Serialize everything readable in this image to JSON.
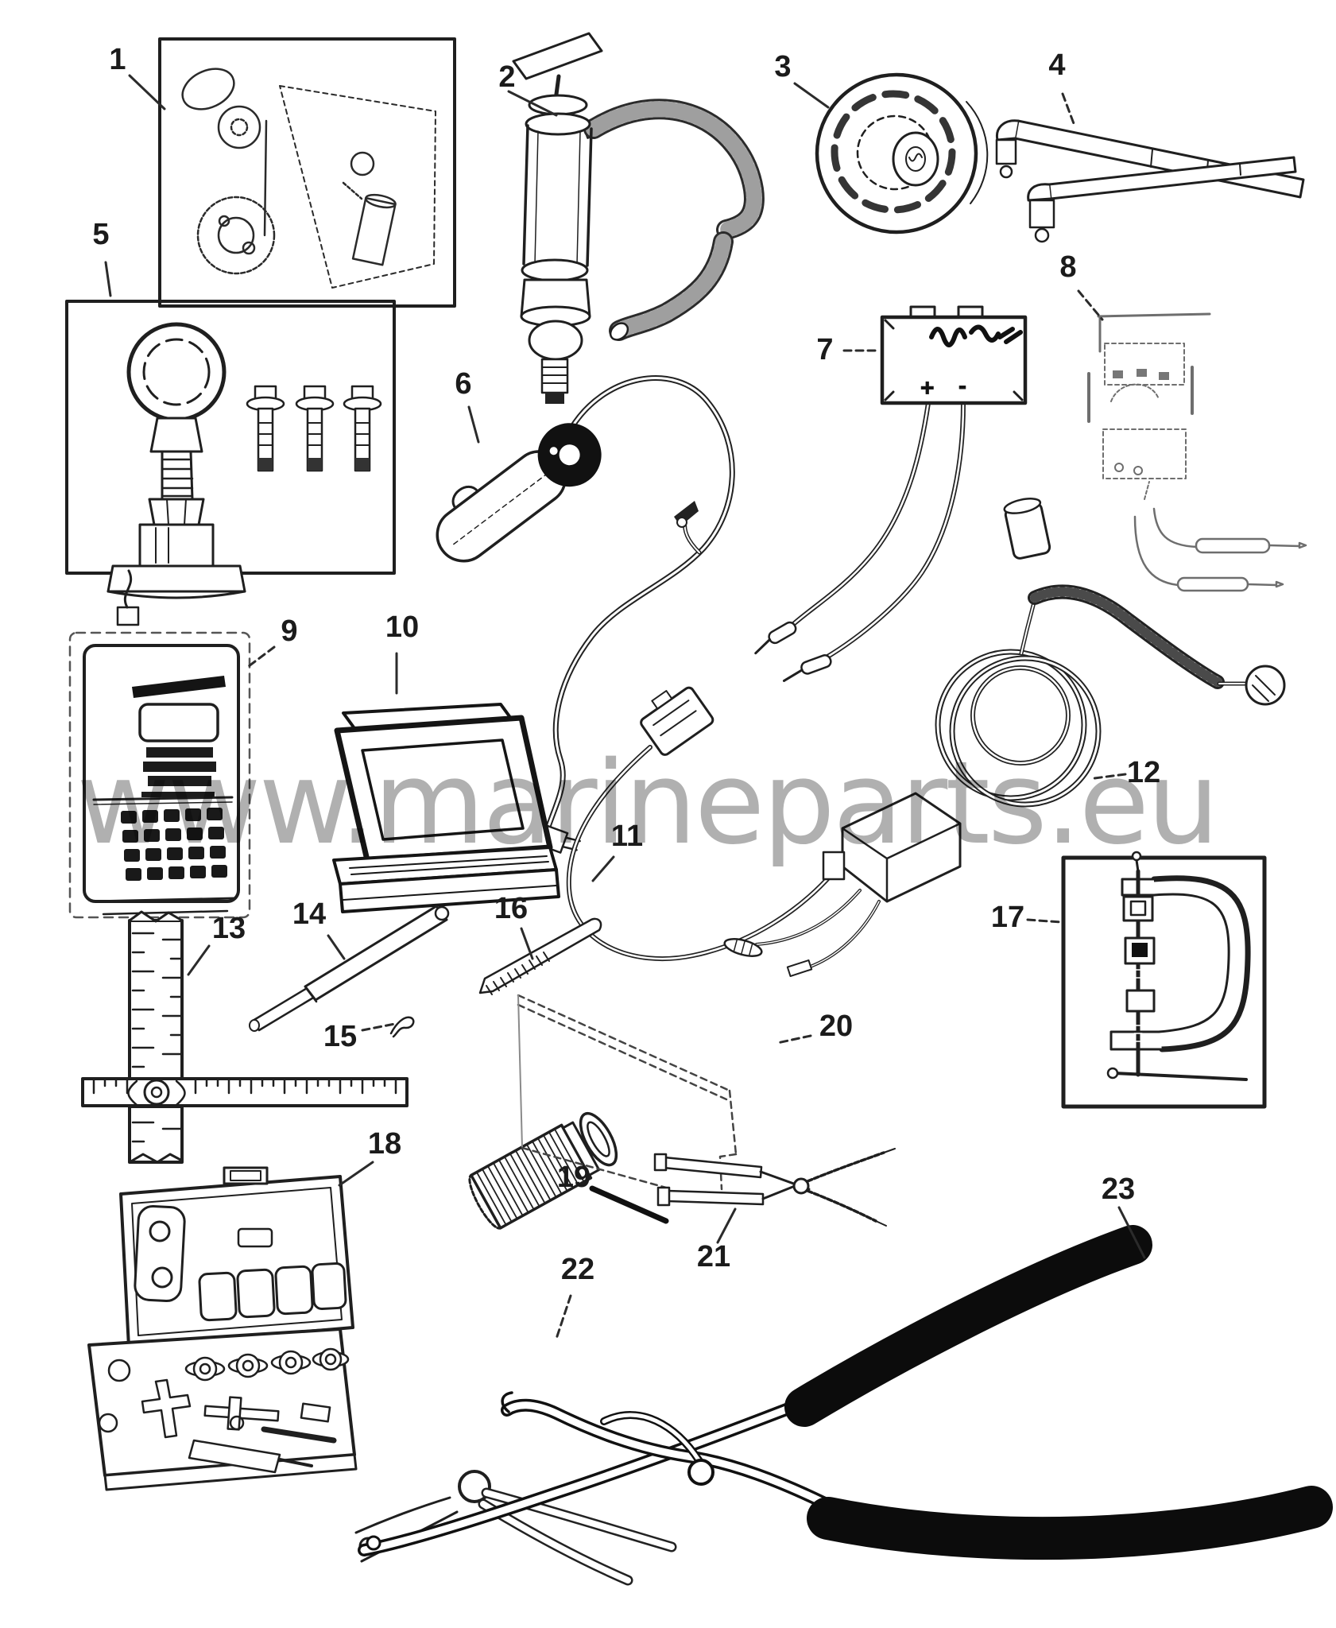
{
  "watermark": {
    "text": "www.marineparts.eu",
    "color": "#a8a8a8"
  },
  "diagram": {
    "background": "#ffffff",
    "line_color": "#1f1f1f"
  },
  "part7": {
    "plus_mark": "+",
    "minus_mark": "-"
  },
  "parts": [
    {
      "label": "1",
      "name": "bearing-carrier-assembly-box"
    },
    {
      "label": "2",
      "name": "hand-pump-with-braided-hose"
    },
    {
      "label": "3",
      "name": "ribbed-wheel"
    },
    {
      "label": "4",
      "name": "crossed-bar-holding-bracket"
    },
    {
      "label": "5",
      "name": "lifting-eye-and-bolts-box"
    },
    {
      "label": "6",
      "name": "spark-tester-with-lead"
    },
    {
      "label": "7",
      "name": "test-box-with-leads"
    },
    {
      "label": "8",
      "name": "meter-with-probes"
    },
    {
      "label": "9",
      "name": "handheld-diagnostic-terminal"
    },
    {
      "label": "10",
      "name": "laptop-computer"
    },
    {
      "label": "11",
      "name": "harness-connector-and-module"
    },
    {
      "label": "12",
      "name": "coiled-test-harness"
    },
    {
      "label": "13",
      "name": "height-gauge-ruler"
    },
    {
      "label": "14",
      "name": "driver-rod"
    },
    {
      "label": "15",
      "name": "small-retaining-clip"
    },
    {
      "label": "16",
      "name": "tapered-reamer"
    },
    {
      "label": "17",
      "name": "c-clamp-box"
    },
    {
      "label": "18",
      "name": "tool-kit-case"
    },
    {
      "label": "19",
      "name": "spline-socket-tool"
    },
    {
      "label": "20",
      "name": "alignment-plate"
    },
    {
      "label": "21",
      "name": "needle-pliers"
    },
    {
      "label": "22",
      "name": "lock-ring-pliers"
    },
    {
      "label": "23",
      "name": "snap-ring-pliers"
    }
  ]
}
